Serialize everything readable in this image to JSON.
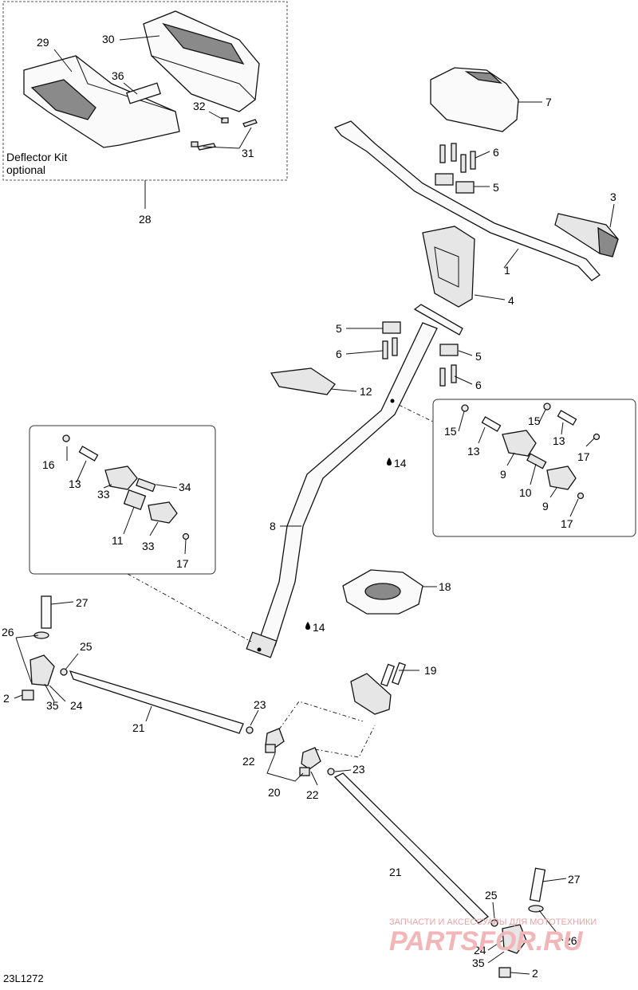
{
  "diagram": {
    "code": "23L1272",
    "kit_label": [
      "Deflector Kit",
      "optional"
    ],
    "callouts": [
      {
        "id": "c29",
        "text": "29"
      },
      {
        "id": "c30",
        "text": "30"
      },
      {
        "id": "c36",
        "text": "36"
      },
      {
        "id": "c32",
        "text": "32"
      },
      {
        "id": "c31",
        "text": "31"
      },
      {
        "id": "c28",
        "text": "28"
      },
      {
        "id": "c7",
        "text": "7"
      },
      {
        "id": "c6a",
        "text": "6"
      },
      {
        "id": "c5a",
        "text": "5"
      },
      {
        "id": "c3",
        "text": "3"
      },
      {
        "id": "c1",
        "text": "1"
      },
      {
        "id": "c4",
        "text": "4"
      },
      {
        "id": "c5b",
        "text": "5"
      },
      {
        "id": "c6b",
        "text": "6"
      },
      {
        "id": "c5c",
        "text": "5"
      },
      {
        "id": "c6c",
        "text": "6"
      },
      {
        "id": "c12",
        "text": "12"
      },
      {
        "id": "c14a",
        "text": "14"
      },
      {
        "id": "c8",
        "text": "8"
      },
      {
        "id": "c16",
        "text": "16"
      },
      {
        "id": "c13a",
        "text": "13"
      },
      {
        "id": "c34",
        "text": "34"
      },
      {
        "id": "c33a",
        "text": "33"
      },
      {
        "id": "c11",
        "text": "11"
      },
      {
        "id": "c33b",
        "text": "33"
      },
      {
        "id": "c17a",
        "text": "17"
      },
      {
        "id": "c15a",
        "text": "15"
      },
      {
        "id": "c13b",
        "text": "13"
      },
      {
        "id": "c15b",
        "text": "15"
      },
      {
        "id": "c13c",
        "text": "13"
      },
      {
        "id": "c17b",
        "text": "17"
      },
      {
        "id": "c9a",
        "text": "9"
      },
      {
        "id": "c10",
        "text": "10"
      },
      {
        "id": "c9b",
        "text": "9"
      },
      {
        "id": "c17c",
        "text": "17"
      },
      {
        "id": "c18",
        "text": "18"
      },
      {
        "id": "c14b",
        "text": "14"
      },
      {
        "id": "c27a",
        "text": "27"
      },
      {
        "id": "c26a",
        "text": "26"
      },
      {
        "id": "c25a",
        "text": "25"
      },
      {
        "id": "c2a",
        "text": "2"
      },
      {
        "id": "c35a",
        "text": "35"
      },
      {
        "id": "c24a",
        "text": "24"
      },
      {
        "id": "c21a",
        "text": "21"
      },
      {
        "id": "c23a",
        "text": "23"
      },
      {
        "id": "c22a",
        "text": "22"
      },
      {
        "id": "c19",
        "text": "19"
      },
      {
        "id": "c20",
        "text": "20"
      },
      {
        "id": "c22b",
        "text": "22"
      },
      {
        "id": "c23b",
        "text": "23"
      },
      {
        "id": "c21b",
        "text": "21"
      },
      {
        "id": "c27b",
        "text": "27"
      },
      {
        "id": "c25b",
        "text": "25"
      },
      {
        "id": "c26b",
        "text": "26"
      },
      {
        "id": "c24b",
        "text": "24"
      },
      {
        "id": "c35b",
        "text": "35"
      },
      {
        "id": "c2b",
        "text": "2"
      }
    ]
  },
  "watermark": {
    "top": "ЗАПЧАСТИ И АКСЕССУАРЫ ДЛЯ МОТОТЕХНИКИ",
    "main": "PARTSFOR.RU"
  }
}
